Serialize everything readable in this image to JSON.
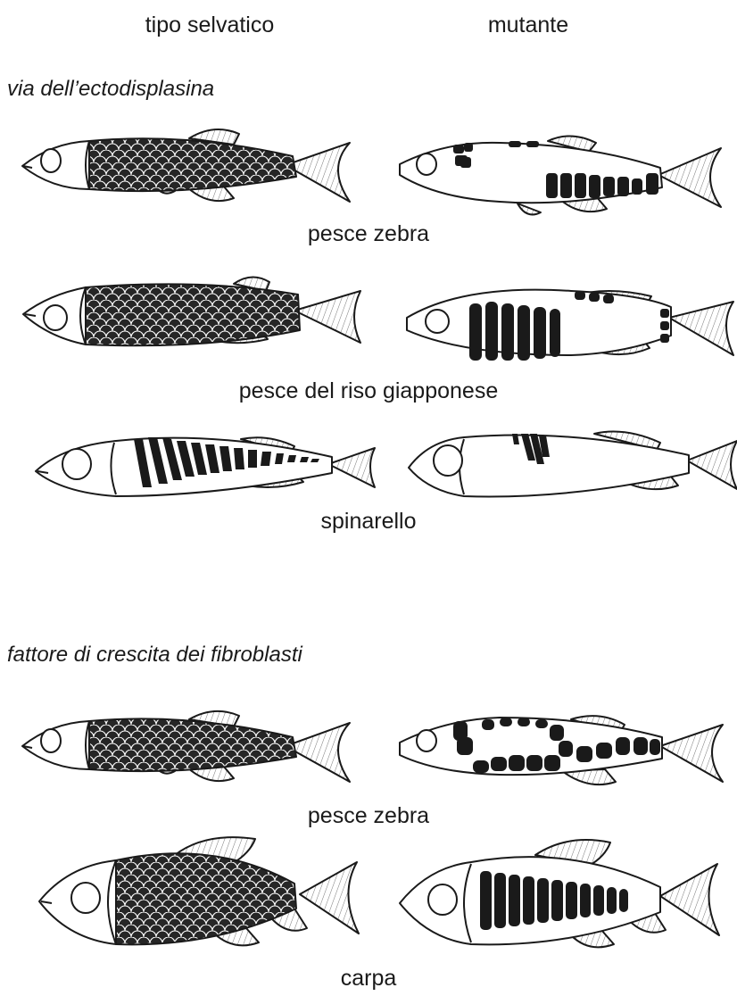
{
  "columns": {
    "wild_type": "tipo selvatico",
    "mutant": "mutante"
  },
  "sections": [
    {
      "title": "via dell’ectodisplasina",
      "rows": [
        {
          "species": "pesce zebra",
          "wild_pattern": "full-scales",
          "mutant_pattern": "sparse-scale-patches"
        },
        {
          "species": "pesce del riso giapponese",
          "wild_pattern": "full-scales",
          "mutant_pattern": "central-scale-block"
        },
        {
          "species": "spinarello",
          "wild_pattern": "lateral-plates",
          "mutant_pattern": "few-anterior-plates"
        }
      ]
    },
    {
      "title": "fattore di crescita dei fibroblasti",
      "rows": [
        {
          "species": "pesce zebra",
          "wild_pattern": "full-scales",
          "mutant_pattern": "large-irregular-scales"
        },
        {
          "species": "carpa",
          "wild_pattern": "full-scales",
          "mutant_pattern": "mid-body-scale-row"
        }
      ]
    }
  ],
  "colors": {
    "ink": "#1a1a1a",
    "paper": "#ffffff",
    "scale_fill": "#262626"
  }
}
